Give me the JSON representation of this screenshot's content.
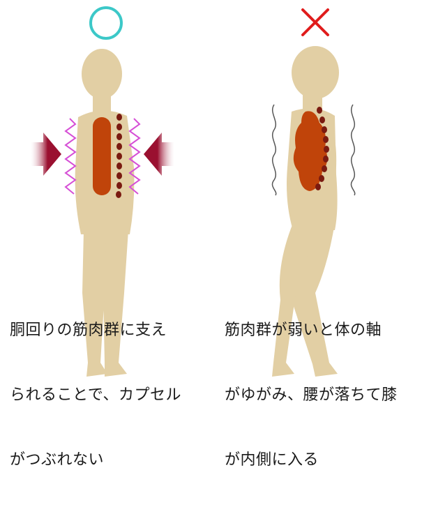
{
  "panels": [
    {
      "mark": "circle",
      "mark_color": "#3cc8c8",
      "caption_lines": [
        "胴回りの筋肉群に支え",
        "られることで、カプセル",
        "がつぶれない"
      ]
    },
    {
      "mark": "cross",
      "mark_color": "#e01c1c",
      "caption_lines": [
        "筋肉群が弱いと体の軸",
        "がゆがみ、腰が落ちて膝",
        "が内側に入る"
      ]
    }
  ],
  "colors": {
    "skin": "#e2cfa4",
    "muscle": "#c0440a",
    "dots": "#7a1a10",
    "arrow": "#9a1030",
    "wave_good": "#d64fd6",
    "wave_bad": "#555555"
  }
}
